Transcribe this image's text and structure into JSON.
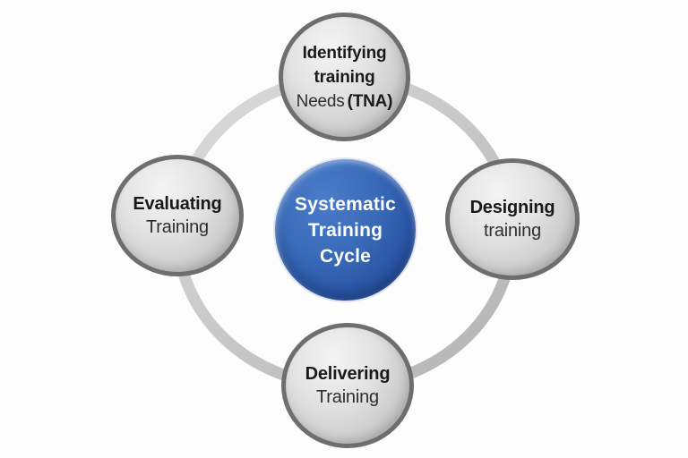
{
  "center": {
    "lines": [
      "Systematic",
      "Training",
      "Cycle"
    ]
  },
  "nodes": {
    "top": {
      "line1": "Identifying",
      "line2": "training",
      "line3_regular": "Needs",
      "line3_bold": "(TNA)"
    },
    "right": {
      "bold": "Designing",
      "regular": "training"
    },
    "bottom": {
      "bold": "Delivering",
      "regular": "Training"
    },
    "left": {
      "bold": "Evaluating",
      "regular": "Training"
    }
  },
  "colors": {
    "background": "#fdfdfd",
    "ring_light": "#dcdcdc",
    "ring_dark": "#b3b3b3",
    "gray_border": "#6e6e6e",
    "gray_fill_light": "#f4f4f4",
    "gray_fill_dark": "#a8a8a8",
    "blue_fill_light": "#4a7cc9",
    "blue_fill_dark": "#1c3f80",
    "gray_text": "#1a1a1a",
    "center_text": "#ffffff"
  }
}
